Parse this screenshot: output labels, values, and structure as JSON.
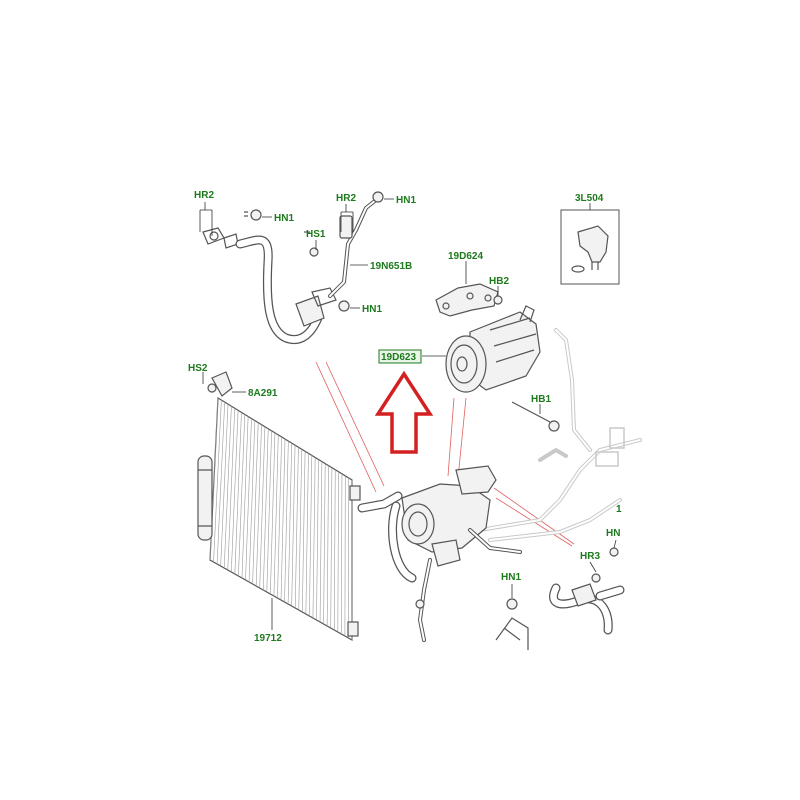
{
  "labels": {
    "hr2_left": "HR2",
    "hn1_top_left": "HN1",
    "hr2_mid": "HR2",
    "hn1_top_mid": "HN1",
    "hs1": "HS1",
    "pipe_19n651b": "19N651B",
    "hn1_mid": "HN1",
    "sensor_3l504": "3L504",
    "bracket_19d624": "19D624",
    "hb2": "HB2",
    "compressor_19d623": "19D623",
    "hs2": "HS2",
    "bracket_8a291": "8A291",
    "hb1": "HB1",
    "condenser_19712": "19712",
    "hn1_bottom": "HN1",
    "hr3": "HR3",
    "partial_1": "1",
    "partial_hn": "HN"
  },
  "colors": {
    "label_green": "#1d7a1d",
    "arrow_red": "#d42020",
    "line_gray": "#555555"
  }
}
